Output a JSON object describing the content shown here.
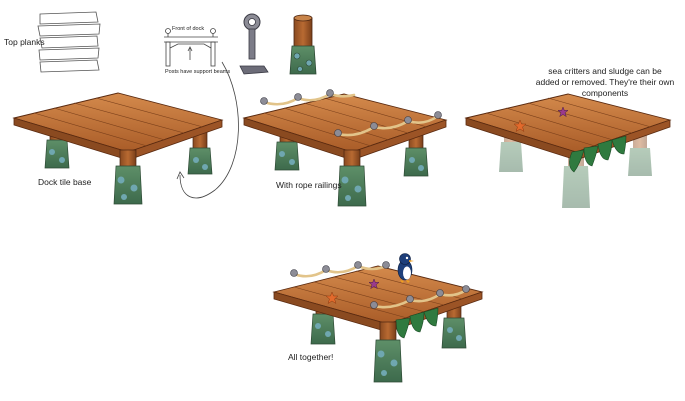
{
  "labels": {
    "top_planks": "Top planks",
    "front_of_dock": "Front of dock",
    "posts_support": "Posts have support beams",
    "dock_base": "Dock tile base",
    "rope_railings": "With rope railings",
    "critters_line1": "sea critters and sludge can be",
    "critters_line2": "added or removed. They're their own",
    "critters_line3": "components",
    "all_together": "All together!"
  },
  "colors": {
    "wood": "#b86a32",
    "wood_dark": "#7a3f1a",
    "wood_light": "#d48a4c",
    "post_sludge": "#4f7a5a",
    "barnacle": "#6fa7b0",
    "rope": "#e2c48a",
    "metal": "#8c8c96",
    "seaweed": "#2f7a3f",
    "starfish_orange": "#e26a2c",
    "starfish_purple": "#9a3a8c",
    "penguin": "#1e3f7a"
  }
}
